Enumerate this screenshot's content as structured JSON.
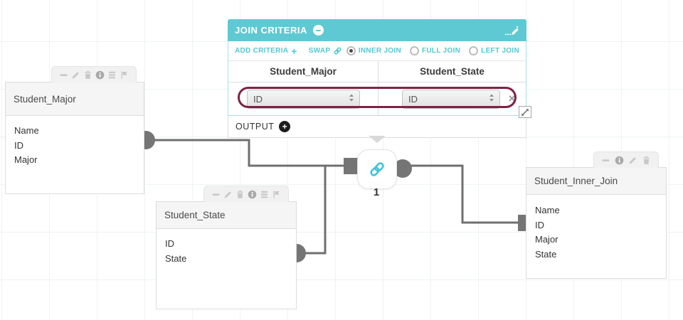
{
  "colors": {
    "accent_teal": "#5ec9d3",
    "highlight_maroon": "#7b2345",
    "connector_gray": "#757575",
    "wire_gray": "#6f6f6f"
  },
  "join_panel": {
    "title": "JOIN CRITERIA",
    "toolbar": {
      "add_criteria": "ADD CRITERIA",
      "swap": "SWAP"
    },
    "join_types": [
      {
        "label": "INNER JOIN",
        "selected": true
      },
      {
        "label": "FULL JOIN",
        "selected": false
      },
      {
        "label": "LEFT JOIN",
        "selected": false
      }
    ],
    "columns": [
      "Student_Major",
      "Student_State"
    ],
    "criteria": [
      {
        "left": "ID",
        "right": "ID"
      }
    ],
    "output_label": "OUTPUT"
  },
  "glyphs": {
    "plus": "+",
    "close": "✕"
  },
  "node": {
    "label": "1",
    "icon": "link-icon"
  },
  "tables": {
    "student_major": {
      "title": "Student_Major",
      "fields": [
        "Name",
        "ID",
        "Major"
      ],
      "toolbar_icons": [
        "minus-icon",
        "pencil-icon",
        "trash-icon",
        "info-icon",
        "stack-icon",
        "flag-icon"
      ]
    },
    "student_state": {
      "title": "Student_State",
      "fields": [
        "ID",
        "State"
      ],
      "toolbar_icons": [
        "minus-icon",
        "pencil-icon",
        "trash-icon",
        "info-icon",
        "stack-icon",
        "flag-icon"
      ]
    },
    "student_inner_join": {
      "title": "Student_Inner_Join",
      "fields": [
        "Name",
        "ID",
        "Major",
        "State"
      ],
      "toolbar_icons": [
        "minus-icon",
        "info-icon",
        "pencil-icon",
        "trash-icon"
      ]
    }
  }
}
